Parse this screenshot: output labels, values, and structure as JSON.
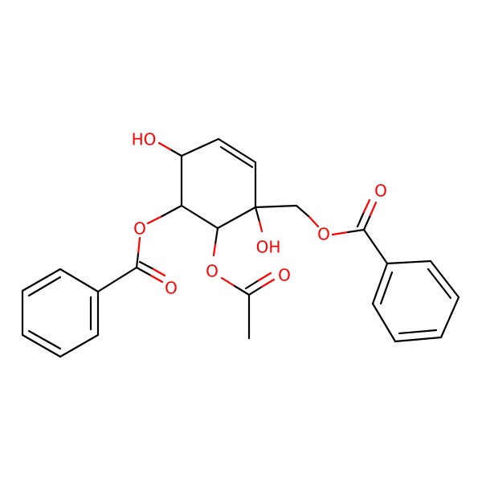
{
  "colors": {
    "bond": "#000000",
    "oxygen": "#ff0000",
    "background": "#ffffff"
  },
  "labels": {
    "ho_ring": "HO",
    "oh_ring": "OH",
    "o_ester_left": "O",
    "o_carbonyl_left": "O",
    "o_acetoxy": "O",
    "o_carbonyl_acetyl": "O",
    "o_ester_right": "O",
    "o_carbonyl_right": "O"
  }
}
